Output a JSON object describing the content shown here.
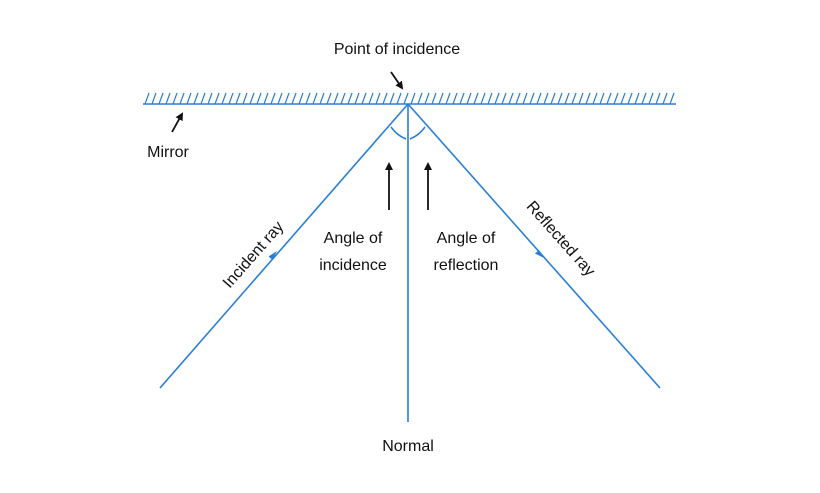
{
  "labels": {
    "point_of_incidence": "Point of incidence",
    "mirror": "Mirror",
    "incident_ray": "Incident ray",
    "reflected_ray": "Reflected ray",
    "angle_of_incidence_line1": "Angle of",
    "angle_of_incidence_line2": "incidence",
    "angle_of_reflection_line1": "Angle of",
    "angle_of_reflection_line2": "reflection",
    "normal": "Normal"
  },
  "colors": {
    "ray": "#2a7fd4",
    "mirror": "#2a7fd4",
    "text": "#111111",
    "pointer_arrow": "#111111"
  }
}
